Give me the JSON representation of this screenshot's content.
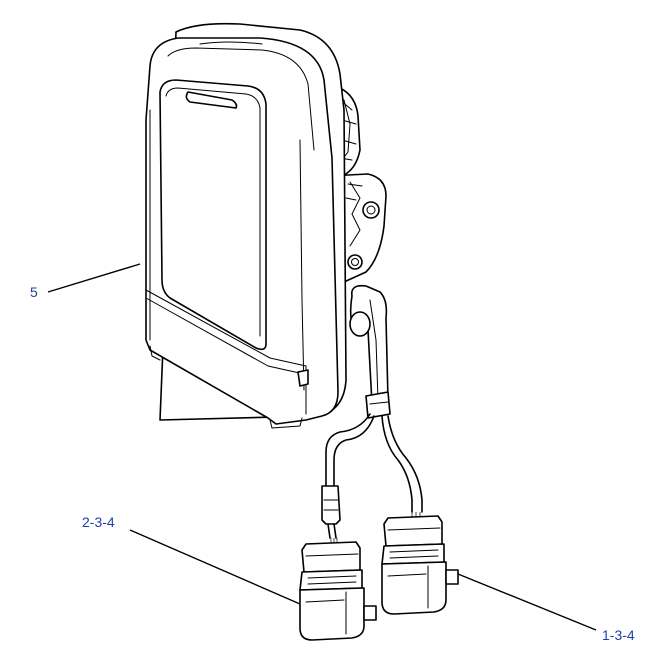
{
  "callouts": {
    "display": "5",
    "left_connector": "2-3-4",
    "right_connector": "1-3-4"
  },
  "colors": {
    "callout_text": "#1f3fa8",
    "line_art": "#000000",
    "background": "#ffffff"
  }
}
